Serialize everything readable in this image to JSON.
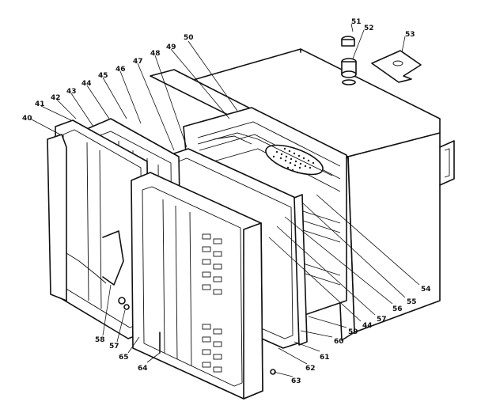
{
  "callouts": {
    "c40a": "40",
    "c41": "41",
    "c42": "42",
    "c43": "43",
    "c44a": "44",
    "c45": "45",
    "c46": "46",
    "c47": "47",
    "c48": "48",
    "c49": "49",
    "c50": "50",
    "c51": "51",
    "c52": "52",
    "c53": "53",
    "c54": "54",
    "c55": "55",
    "c56": "56",
    "c57a": "57",
    "c58": "58",
    "c59": "59",
    "c60": "60",
    "c61": "61",
    "c62": "62",
    "c63": "63",
    "c64": "64",
    "c65": "65",
    "c57b": "57",
    "c44b": "44"
  }
}
